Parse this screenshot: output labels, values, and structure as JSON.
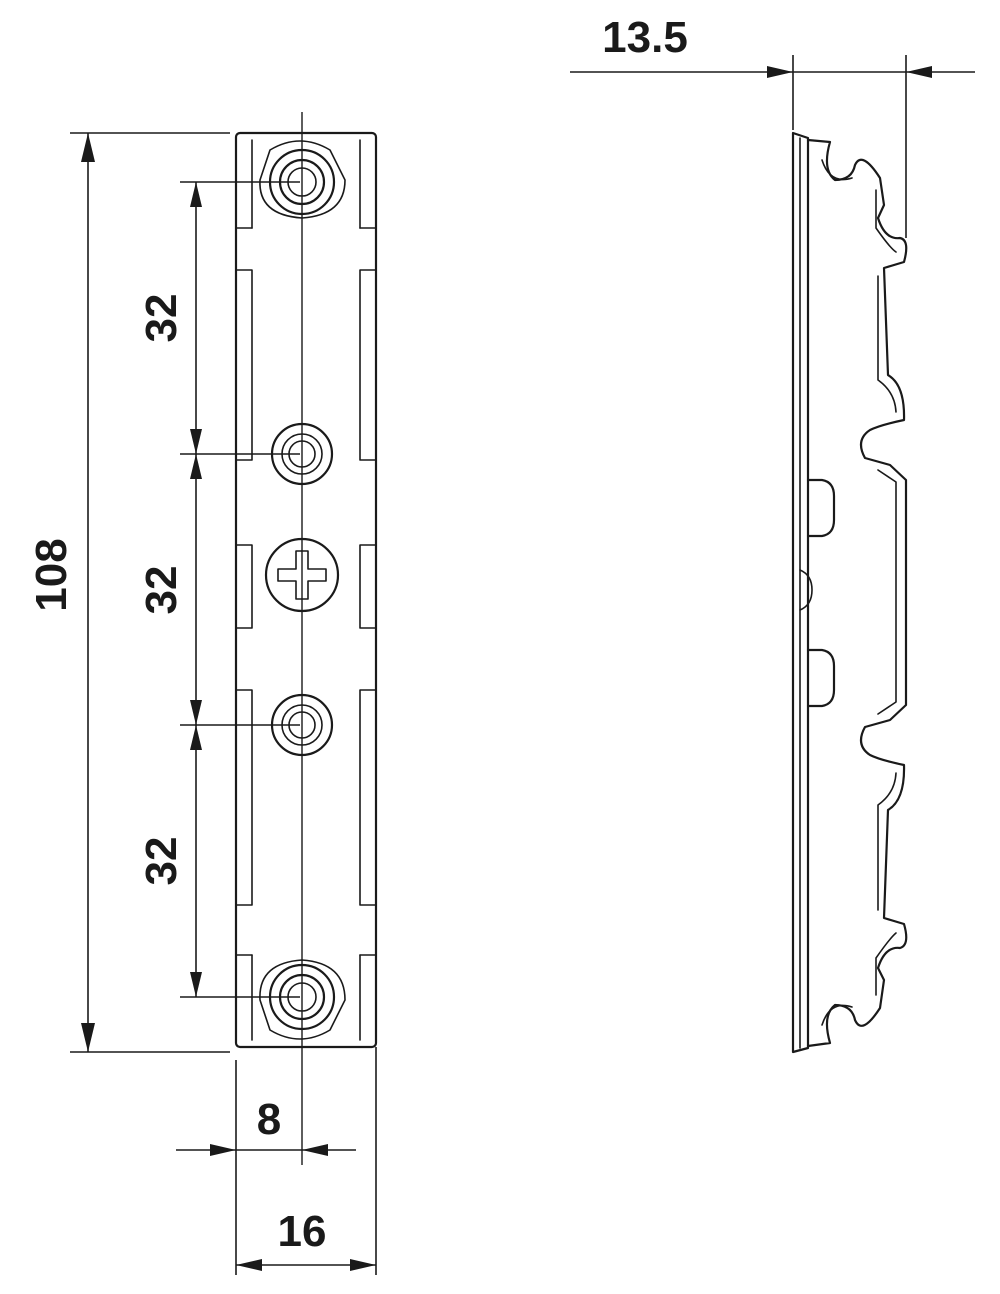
{
  "drawing": {
    "dimensions": {
      "total_height": "108",
      "hole_spacing_1": "32",
      "hole_spacing_2": "32",
      "hole_spacing_3": "32",
      "half_width": "8",
      "width": "16",
      "depth": "13.5"
    },
    "colors": {
      "line": "#1a1a1a",
      "background": "#ffffff"
    }
  }
}
